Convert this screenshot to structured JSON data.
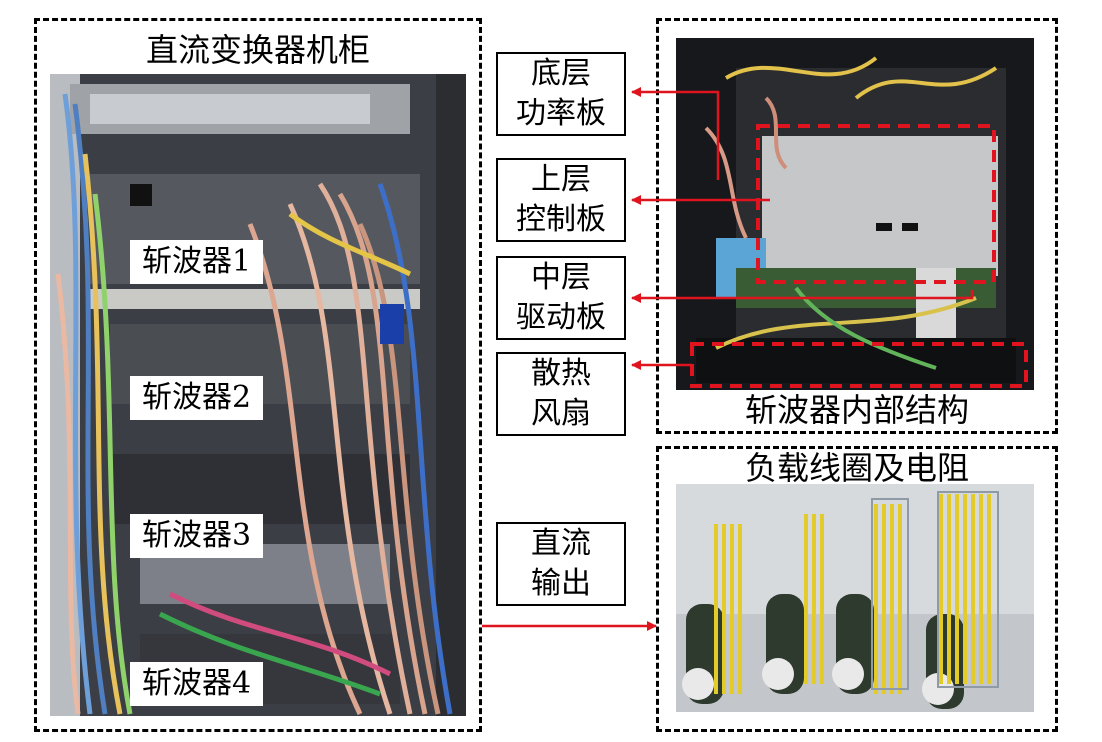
{
  "cabinet": {
    "title": "直流变换器机柜",
    "choppers": [
      "斩波器1",
      "斩波器2",
      "斩波器3",
      "斩波器4"
    ]
  },
  "chopper_internal": {
    "title": "斩波器内部结构"
  },
  "load": {
    "title": "负载线圈及电阻"
  },
  "labels": {
    "bottom_power": [
      "底层",
      "功率板"
    ],
    "upper_control": [
      "上层",
      "控制板"
    ],
    "middle_drive": [
      "中层",
      "驱动板"
    ],
    "cooling_fan": [
      "散热",
      "风扇"
    ],
    "dc_output": [
      "直流",
      "输出"
    ]
  },
  "colors": {
    "arrow": "#e0141e",
    "highlight_box": "#e0141e",
    "panel_border": "#000000"
  }
}
